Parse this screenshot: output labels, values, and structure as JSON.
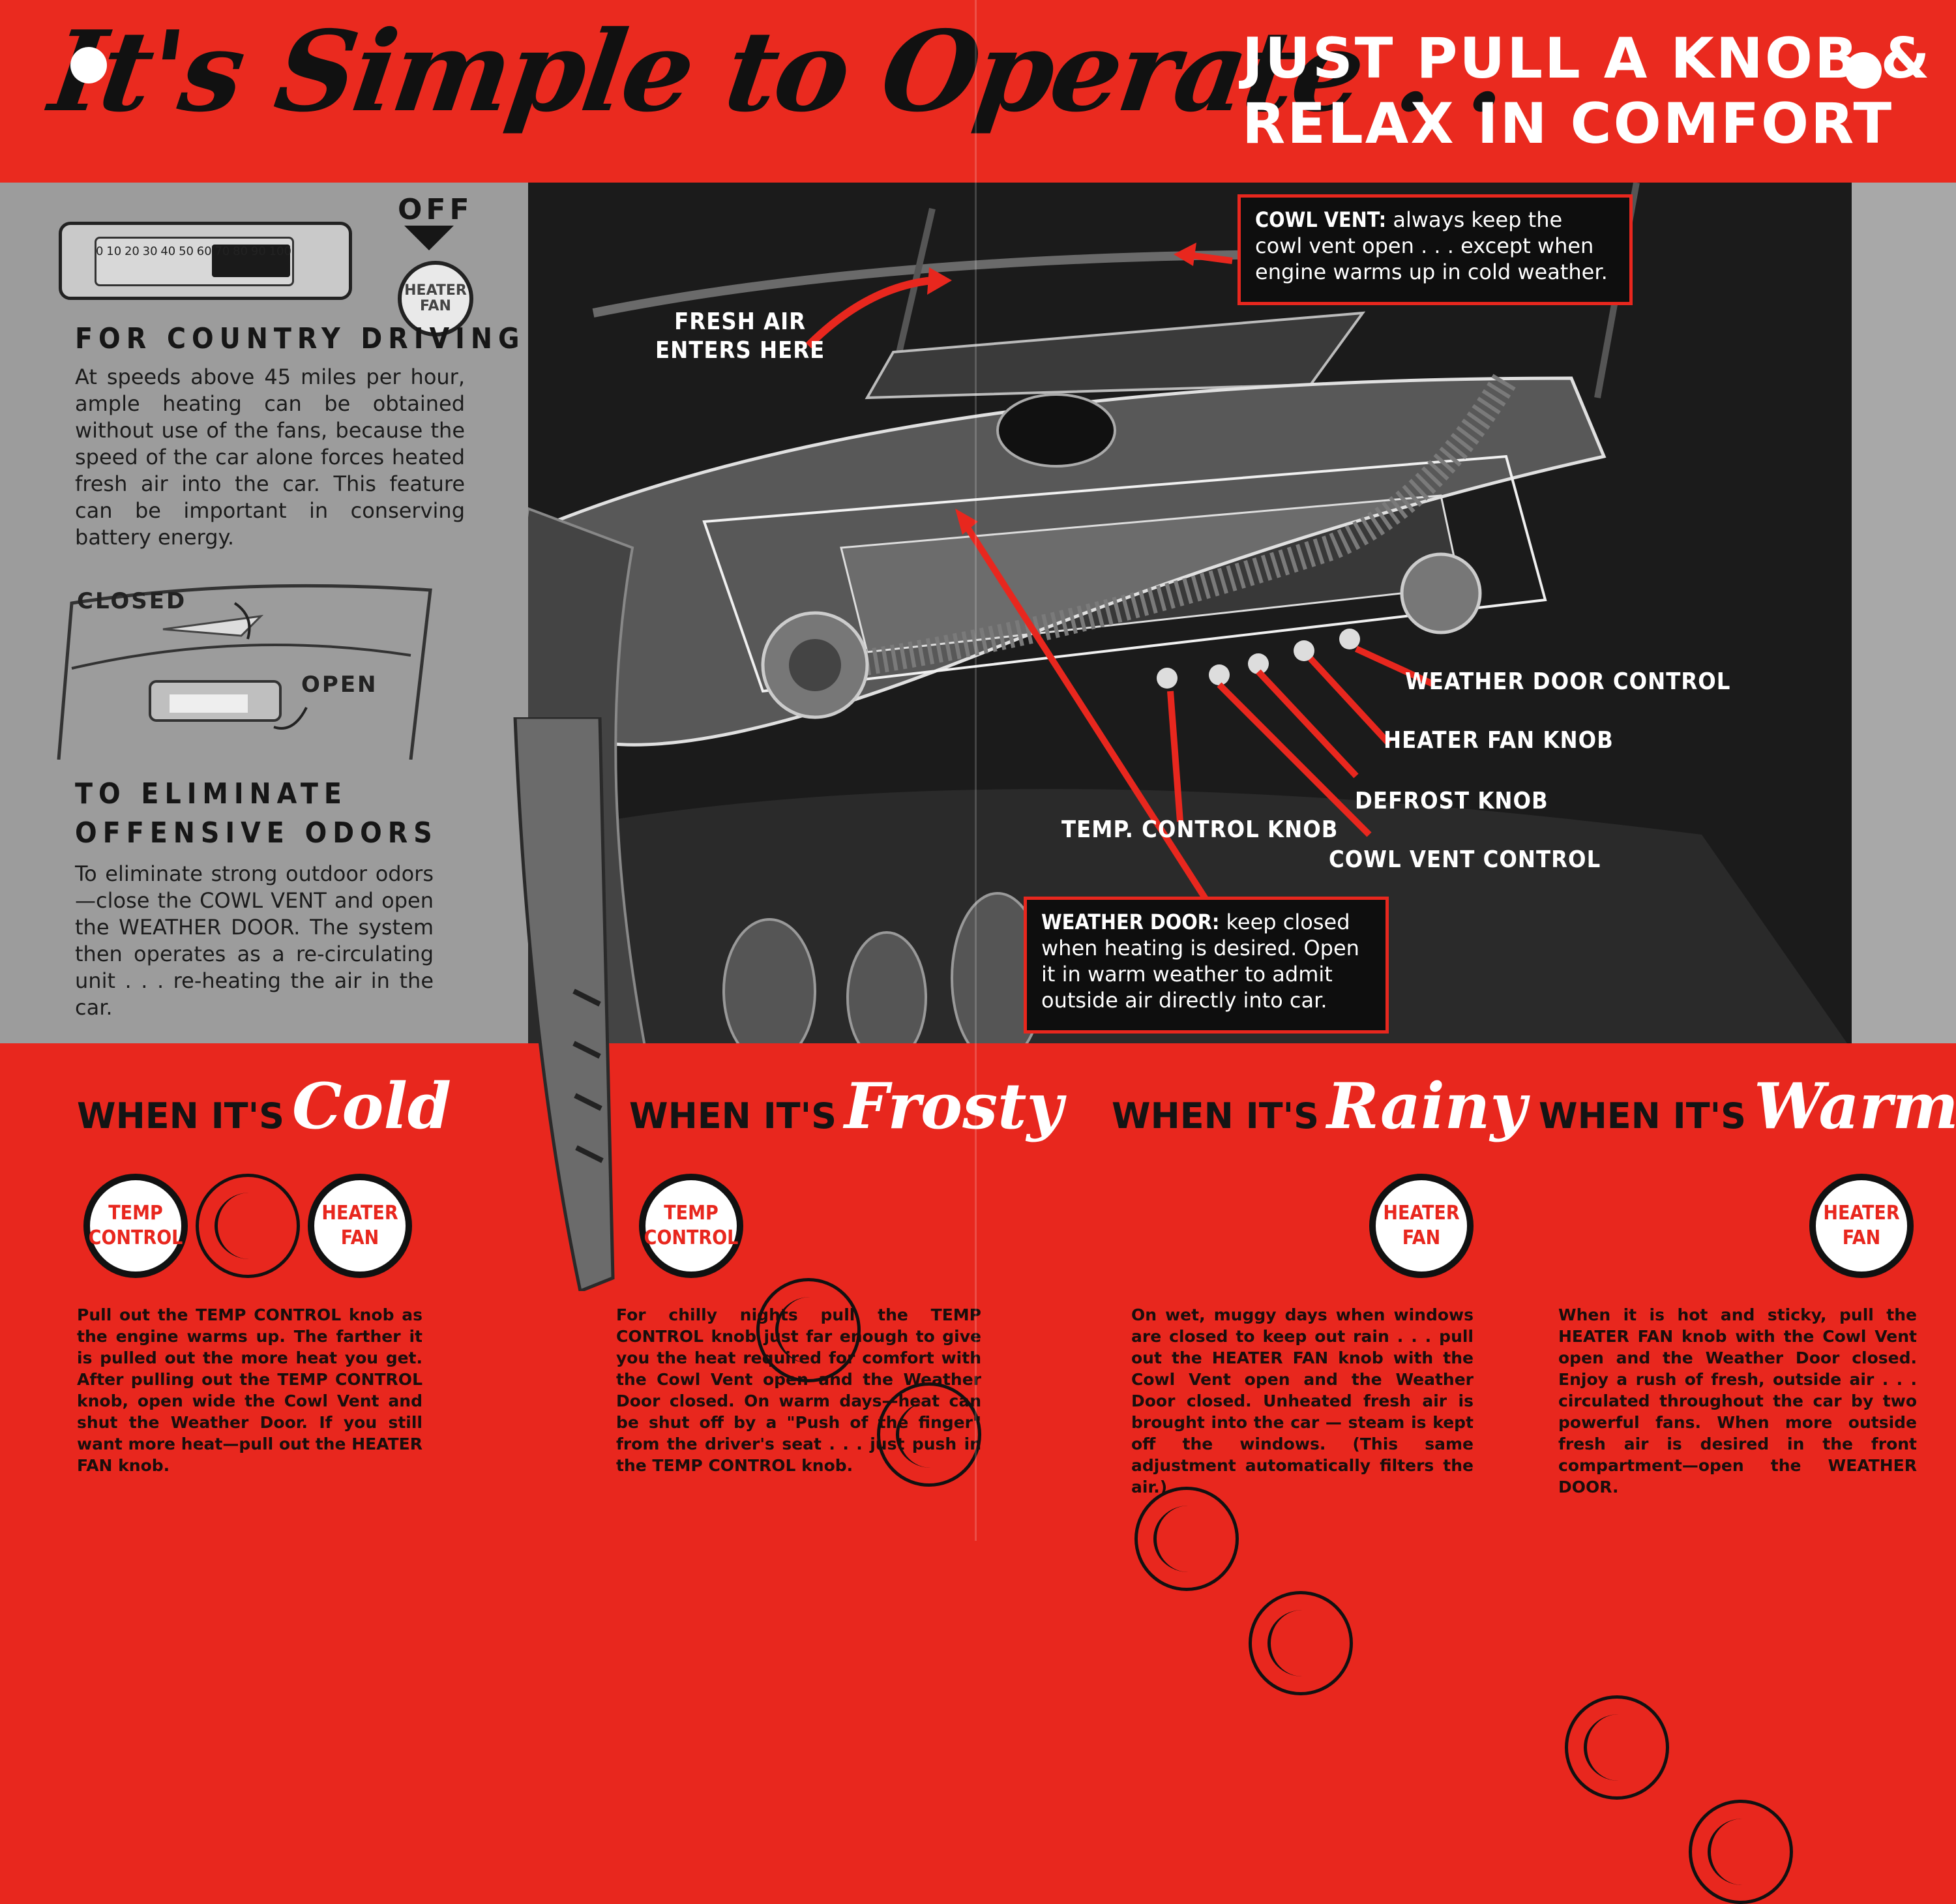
{
  "header": {
    "script_title": "It's Simple to Operate . .",
    "slogan_line1": "JUST PULL A KNOB &",
    "slogan_line2": "RELAX IN COMFORT"
  },
  "left_panel": {
    "dial_numbers": [
      "0",
      "10",
      "20",
      "30",
      "40",
      "50",
      "60",
      "70",
      "80",
      "90",
      "100"
    ],
    "off_label": "OFF",
    "heater_fan_button": "HEATER FAN",
    "country_heading": "FOR COUNTRY DRIVING",
    "country_text": "At speeds above 45 miles per hour, ample heating can be obtained without use of the fans, because the speed of the car alone forces heated fresh air into the car. This feature can be important in conserving battery energy.",
    "closed_label": "CLOSED",
    "open_label": "OPEN",
    "odors_heading_line1": "TO ELIMINATE",
    "odors_heading_line2": "OFFENSIVE ODORS",
    "odors_text": "To eliminate strong outdoor odors —close the COWL VENT and open the WEATHER DOOR. The system then operates as a re-circulating unit . . . re-heating the air in the car."
  },
  "illustration": {
    "fresh_air_line1": "FRESH AIR",
    "fresh_air_line2": "ENTERS HERE",
    "cowl_vent_title": "COWL VENT:",
    "cowl_vent_text": "always keep the cowl vent open . . . except when engine warms up in cold weather.",
    "weather_door_control": "WEATHER DOOR CONTROL",
    "heater_fan_knob": "HEATER FAN KNOB",
    "defrost_knob": "DEFROST KNOB",
    "temp_control_knob": "TEMP. CONTROL KNOB",
    "cowl_vent_control": "COWL VENT CONTROL",
    "weather_door_title": "WEATHER DOOR:",
    "weather_door_text": "keep closed when heating is desired. Open it in warm weather to admit outside air directly into car."
  },
  "conditions": [
    {
      "prefix": "WHEN IT'S",
      "word": "Cold",
      "knobs": [
        "TEMP CONTROL",
        "",
        "HEATER FAN"
      ],
      "text": "Pull out the TEMP CONTROL knob as the engine warms up. The farther it is pulled out the more heat you get. After pulling out the TEMP CONTROL knob, open wide the Cowl Vent and shut the Weather Door. If you still want more heat—pull out the HEATER FAN knob."
    },
    {
      "prefix": "WHEN IT'S",
      "word": "Frosty",
      "knobs": [
        "TEMP CONTROL",
        "",
        ""
      ],
      "text": "For chilly nights pull the TEMP CONTROL knob just far enough to give you the heat required for comfort with the Cowl Vent open and the Weather Door closed. On warm days—heat can be shut off by a \"Push of the finger\" from the driver's seat . . . just push in the TEMP CONTROL knob."
    },
    {
      "prefix": "WHEN IT'S",
      "word": "Rainy",
      "knobs": [
        "",
        "",
        "HEATER FAN"
      ],
      "text": "On wet, muggy days when windows are closed to keep out rain . . . pull out the HEATER FAN knob with the Cowl Vent open and the Weather Door closed. Unheated fresh air is brought into the car — steam is kept off the windows. (This same adjustment automatically filters the air.)"
    },
    {
      "prefix": "WHEN IT'S",
      "word": "Warm",
      "knobs": [
        "",
        "",
        "HEATER FAN"
      ],
      "text": "When it is hot and sticky, pull the HEATER FAN knob with the Cowl Vent open and the Weather Door closed. Enjoy a rush of fresh, outside air . . . circulated throughout the car by two powerful fans. When more outside fresh air is desired in the front compartment—open the WEATHER DOOR."
    }
  ],
  "colors": {
    "red": "#e8271e",
    "black": "#111111",
    "gray": "#9c9c9c"
  }
}
